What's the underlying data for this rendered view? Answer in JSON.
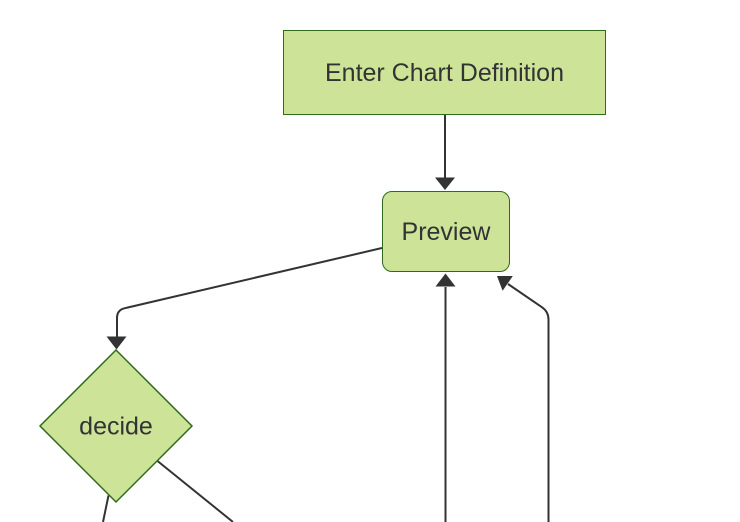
{
  "diagram": {
    "type": "flowchart",
    "direction": "top-down",
    "background": "#ffffff",
    "colors": {
      "node_fill": "#cde498",
      "node_border": "#2f6b1a",
      "edge": "#333333",
      "label": "#333333"
    },
    "nodes": [
      {
        "id": "enter-chart-definition",
        "label": "Enter Chart Definition",
        "shape": "rectangle"
      },
      {
        "id": "preview",
        "label": "Preview",
        "shape": "rounded-rectangle"
      },
      {
        "id": "decide",
        "label": "decide",
        "shape": "diamond"
      }
    ],
    "edges": [
      {
        "from": "enter-chart-definition",
        "to": "preview",
        "arrow": "down"
      },
      {
        "from": "preview",
        "to": "decide",
        "arrow": "down-left"
      },
      {
        "from": "offscreen-bottom",
        "to": "preview",
        "arrow": "up"
      },
      {
        "from": "offscreen-bottom-right",
        "to": "preview",
        "arrow": "up-left"
      },
      {
        "from": "decide",
        "to": "offscreen-bottom-left",
        "arrow": "none-visible"
      },
      {
        "from": "decide",
        "to": "offscreen-bottom-right",
        "arrow": "none-visible"
      }
    ]
  }
}
